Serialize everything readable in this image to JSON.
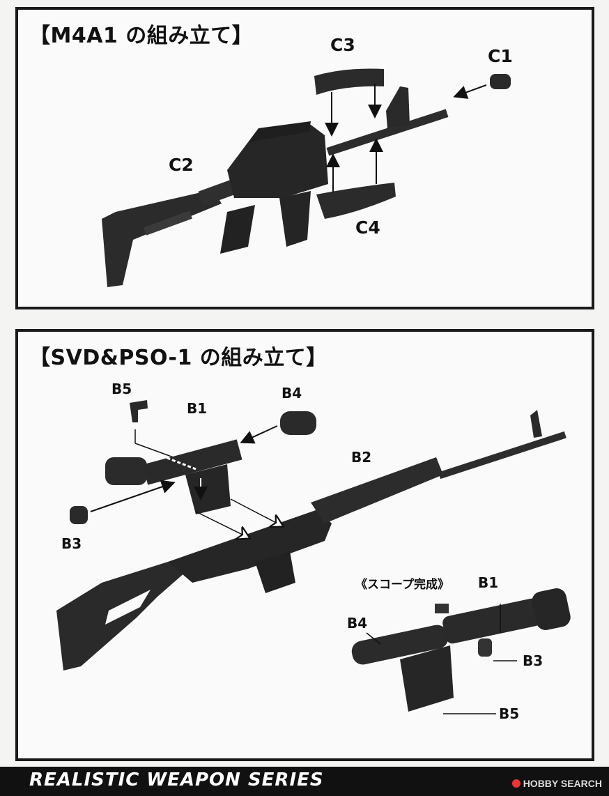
{
  "m4_section": {
    "title": "【M4A1 の組み立て】",
    "labels": {
      "c1": "C1",
      "c2": "C2",
      "c3": "C3",
      "c4": "C4"
    }
  },
  "svd_section": {
    "title": "【SVD&PSO-1 の組み立て】",
    "labels": {
      "b1": "B1",
      "b2": "B2",
      "b3": "B3",
      "b4": "B4",
      "b5": "B5"
    },
    "scope_caption": "《スコープ完成》",
    "scope_labels": {
      "b1": "B1",
      "b3": "B3",
      "b4": "B4",
      "b5": "B5"
    }
  },
  "footer": {
    "series": "REALISTIC WEAPON SERIES",
    "logo": "HOBBY SEARCH"
  },
  "colors": {
    "part": "#2b2b2b",
    "line": "#111111",
    "panel_border": "#1a1a1a",
    "footer_bg": "#111111"
  }
}
